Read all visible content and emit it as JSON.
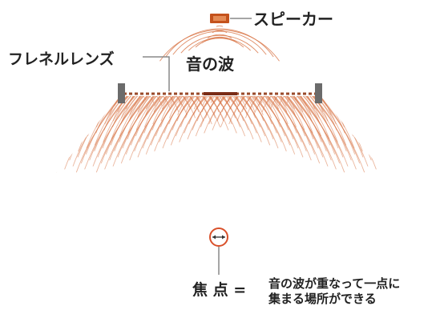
{
  "labels": {
    "speaker": "スピーカー",
    "fresnel_lens": "フレネルレンズ",
    "sound_waves": "音の波",
    "focus": "焦 点 =",
    "focus_desc_line1": "音の波が重なって一点に",
    "focus_desc_line2": "集まる場所ができる"
  },
  "colors": {
    "wave": "#d9784a",
    "speaker": "#c4521c",
    "lens_dash": "#9a4a2a",
    "lens_center": "#7a2c16",
    "lens_end": "#6b6b6b",
    "line": "#888888",
    "focus_ring": "#d9502a"
  },
  "icons": {
    "speaker": "speaker-icon",
    "lens_ends": "lens-end-block",
    "focus": "focus-ring-icon"
  }
}
